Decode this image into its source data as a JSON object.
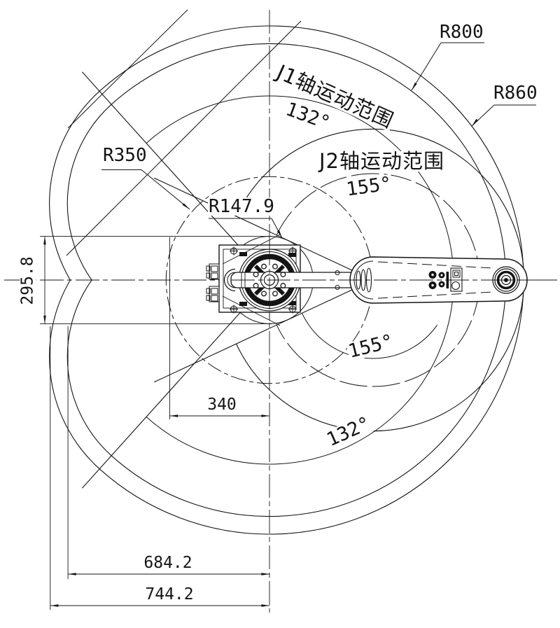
{
  "radius_labels": {
    "r800": "R800",
    "r860": "R860",
    "r350": "R350",
    "r147_9": "R147.9"
  },
  "axis_ranges": {
    "j1_title": "J1轴运动范围",
    "j1_angle": "132°",
    "j1_angle_lower": "132°",
    "j2_title": "J2轴运动范围",
    "j2_angle": "155°",
    "j2_angle_lower": "155°"
  },
  "dimensions": {
    "base_circle_diameter": "295.8",
    "arm_offset": "340",
    "inner_reach": "684.2",
    "outer_reach": "744.2"
  },
  "colors": {
    "line": "#141414",
    "background": "#ffffff"
  }
}
